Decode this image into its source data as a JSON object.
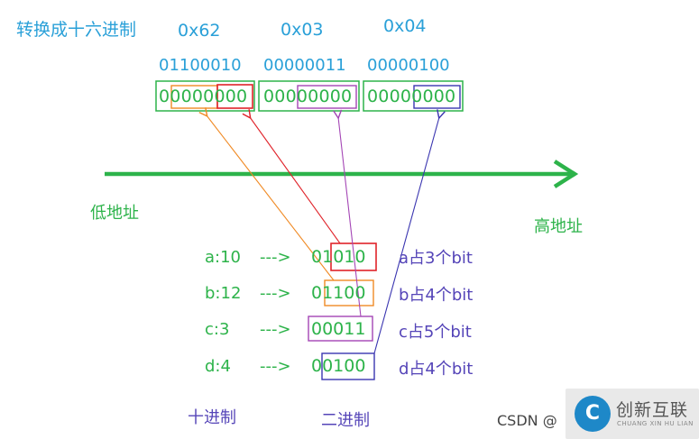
{
  "header": {
    "hex_title": "转换成十六进制",
    "hex_values": [
      "0x62",
      "0x03",
      "0x04"
    ],
    "binary_values": [
      "01100010",
      "00000011",
      "00000100"
    ]
  },
  "memory": {
    "byte1": [
      "00000",
      "000"
    ],
    "byte2": [
      "000",
      "00000"
    ],
    "byte3": [
      "0000",
      "0000"
    ]
  },
  "axis": {
    "low_label": "低地址",
    "high_label": "高地址"
  },
  "fields": [
    {
      "dec": "a:10",
      "arrow": "--->",
      "bin_prefix": "01",
      "bin_boxed": "010",
      "desc": "a占3个bit"
    },
    {
      "dec": "b:12",
      "arrow": "--->",
      "bin_prefix": "0",
      "bin_boxed": "1100",
      "desc": "b占4个bit"
    },
    {
      "dec": "c:3",
      "arrow": "--->",
      "bin_prefix": "",
      "bin_boxed": "00011",
      "desc": "c占5个bit"
    },
    {
      "dec": "d:4",
      "arrow": "--->",
      "bin_prefix": "0",
      "bin_boxed": "0100",
      "desc": "d占4个bit"
    }
  ],
  "footer": {
    "decimal_label": "十进制",
    "binary_label": "二进制"
  },
  "watermark": {
    "csdn": "CSDN @",
    "logo_glyph": "C",
    "brand": "创新互联",
    "brand_sub": "CHUANG XIN HU LIAN"
  },
  "colors": {
    "green": "#2db34a",
    "blue": "#2aa0d8",
    "orange": "#f08a24",
    "red": "#e0232a",
    "purple": "#a445b5",
    "navy": "#3a35b0"
  }
}
